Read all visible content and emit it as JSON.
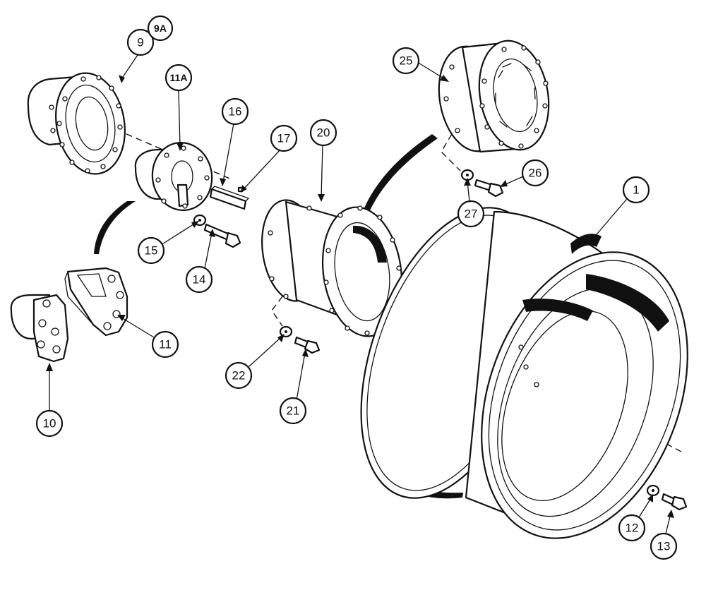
{
  "callouts": [
    {
      "id": "c1",
      "label": "1"
    },
    {
      "id": "c9",
      "label": "9"
    },
    {
      "id": "c9a",
      "label": "9A"
    },
    {
      "id": "c10",
      "label": "10"
    },
    {
      "id": "c11",
      "label": "11"
    },
    {
      "id": "c11a",
      "label": "11A"
    },
    {
      "id": "c12",
      "label": "12"
    },
    {
      "id": "c13",
      "label": "13"
    },
    {
      "id": "c14",
      "label": "14"
    },
    {
      "id": "c15",
      "label": "15"
    },
    {
      "id": "c16",
      "label": "16"
    },
    {
      "id": "c17",
      "label": "17"
    },
    {
      "id": "c20",
      "label": "20"
    },
    {
      "id": "c21",
      "label": "21"
    },
    {
      "id": "c22",
      "label": "22"
    },
    {
      "id": "c25",
      "label": "25"
    },
    {
      "id": "c26",
      "label": "26"
    },
    {
      "id": "c27",
      "label": "27"
    }
  ],
  "parts": {
    "wheel_rim": "wheel-rim",
    "hub": "hub",
    "hub_alt": "hub-alternate",
    "split_hub_half_a": "split-hub-half",
    "split_hub_half_b": "split-hub-half",
    "spacer": "spacer-drum",
    "adapter": "adapter-ring",
    "key": "key",
    "washer": "washer",
    "bolt": "bolt"
  }
}
